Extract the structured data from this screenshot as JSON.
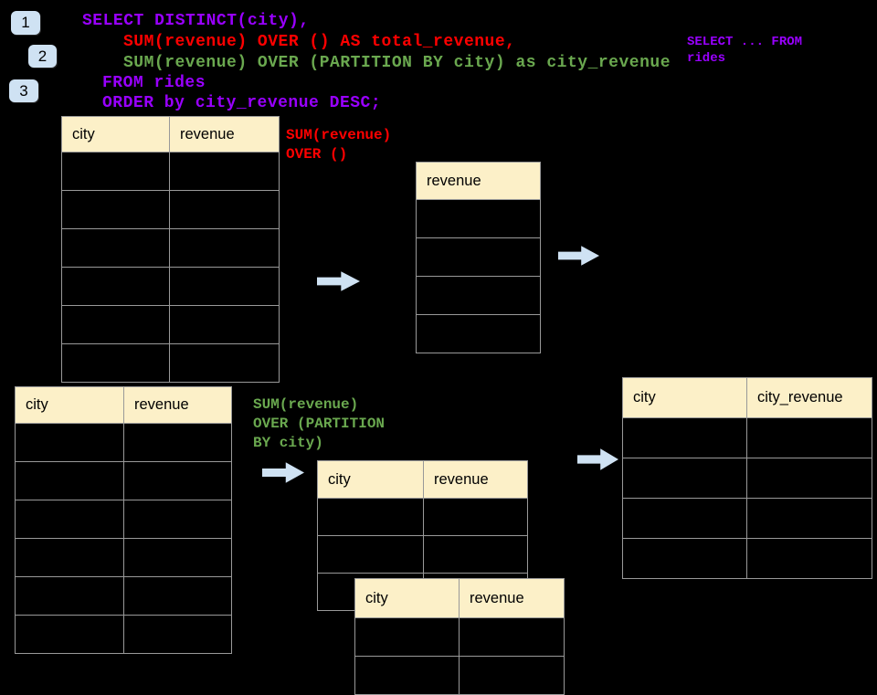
{
  "badges": {
    "b1": "1",
    "b2": "2",
    "b3": "3"
  },
  "code": {
    "line1": "SELECT DISTINCT(city),",
    "line2": "SUM(revenue) OVER () AS total_revenue,",
    "line3": "SUM(revenue) OVER (PARTITION BY city) as city_revenue",
    "line4": "FROM rides",
    "line5": "ORDER by city_revenue DESC;"
  },
  "side_note": {
    "text": "SELECT ... FROM\nrides"
  },
  "annotations": {
    "window_over_all": "SUM(revenue)\nOVER ()",
    "window_over_partition": "SUM(revenue)\nOVER (PARTITION\nBY city)"
  },
  "tables": {
    "source_top": {
      "columns": [
        "city",
        "revenue"
      ],
      "empty_rows": 6
    },
    "total_result": {
      "columns": [
        "revenue"
      ],
      "empty_rows": 4
    },
    "source_bottom": {
      "columns": [
        "city",
        "revenue"
      ],
      "empty_rows": 6
    },
    "partition_back": {
      "columns": [
        "city",
        "revenue"
      ],
      "empty_rows": 3
    },
    "partition_front": {
      "columns": [
        "city",
        "revenue"
      ],
      "empty_rows": 2
    },
    "city_result": {
      "columns": [
        "city",
        "city_revenue"
      ],
      "empty_rows": 4
    }
  },
  "colors": {
    "background": "#000000",
    "sql_purple": "#9900FF",
    "sql_red": "#FF0000",
    "sql_green": "#6AA84F",
    "table_header_fill": "#FCF0C8",
    "table_border": "#999999",
    "badge_fill": "#CFE2F3",
    "arrow_fill": "#CFE2F3"
  }
}
